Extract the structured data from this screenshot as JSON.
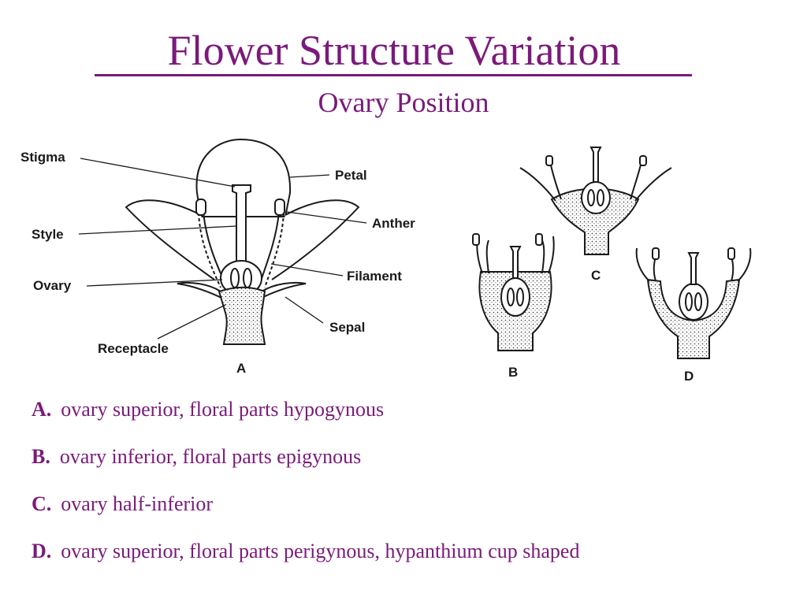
{
  "slide": {
    "title": "Flower Structure Variation",
    "subtitle": "Ovary Position"
  },
  "diagram": {
    "labels": {
      "stigma": "Stigma",
      "petal": "Petal",
      "style": "Style",
      "anther": "Anther",
      "ovary": "Ovary",
      "filament": "Filament",
      "sepal": "Sepal",
      "receptacle": "Receptacle"
    },
    "figure_letters": {
      "a": "A",
      "b": "B",
      "c": "C",
      "d": "D"
    }
  },
  "items": [
    {
      "key": "A.",
      "text": "ovary superior, floral parts hypogynous"
    },
    {
      "key": "B.",
      "text": "ovary inferior, floral parts epigynous"
    },
    {
      "key": "C.",
      "text": "ovary half-inferior"
    },
    {
      "key": "D.",
      "text": "ovary superior, floral parts perigynous, hypanthium cup shaped"
    }
  ],
  "colors": {
    "accent": "#7a1a7a",
    "ink": "#1a1a1a"
  }
}
